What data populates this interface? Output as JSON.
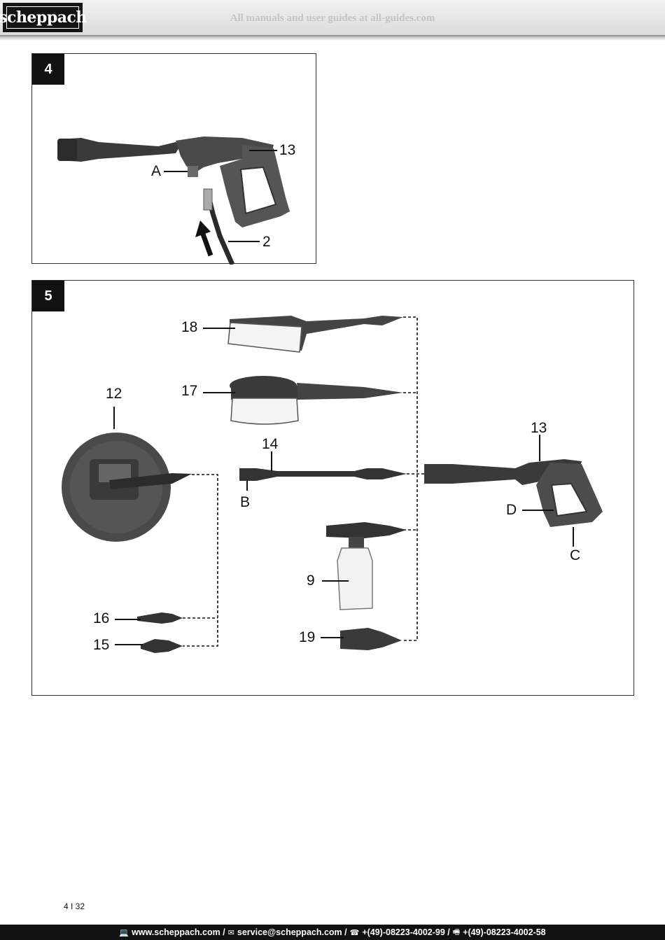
{
  "header": {
    "logo_text": "scheppach",
    "watermark": "All manuals and user guides at all-guides.com"
  },
  "figure4": {
    "number": "4",
    "labels": {
      "l13": "13",
      "lA": "A",
      "l2": "2"
    }
  },
  "figure5": {
    "number": "5",
    "labels": {
      "l18": "18",
      "l17": "17",
      "l12": "12",
      "l14": "14",
      "lB": "B",
      "l13": "13",
      "lD": "D",
      "lC": "C",
      "l9": "9",
      "l16": "16",
      "l15": "15",
      "l19": "19"
    }
  },
  "page_number": "4 I 32",
  "footer": {
    "web": "www.scheppach.com /",
    "email": "service@scheppach.com /",
    "phone": "+(49)-08223-4002-99 /",
    "fax": "+(49)-08223-4002-58"
  }
}
